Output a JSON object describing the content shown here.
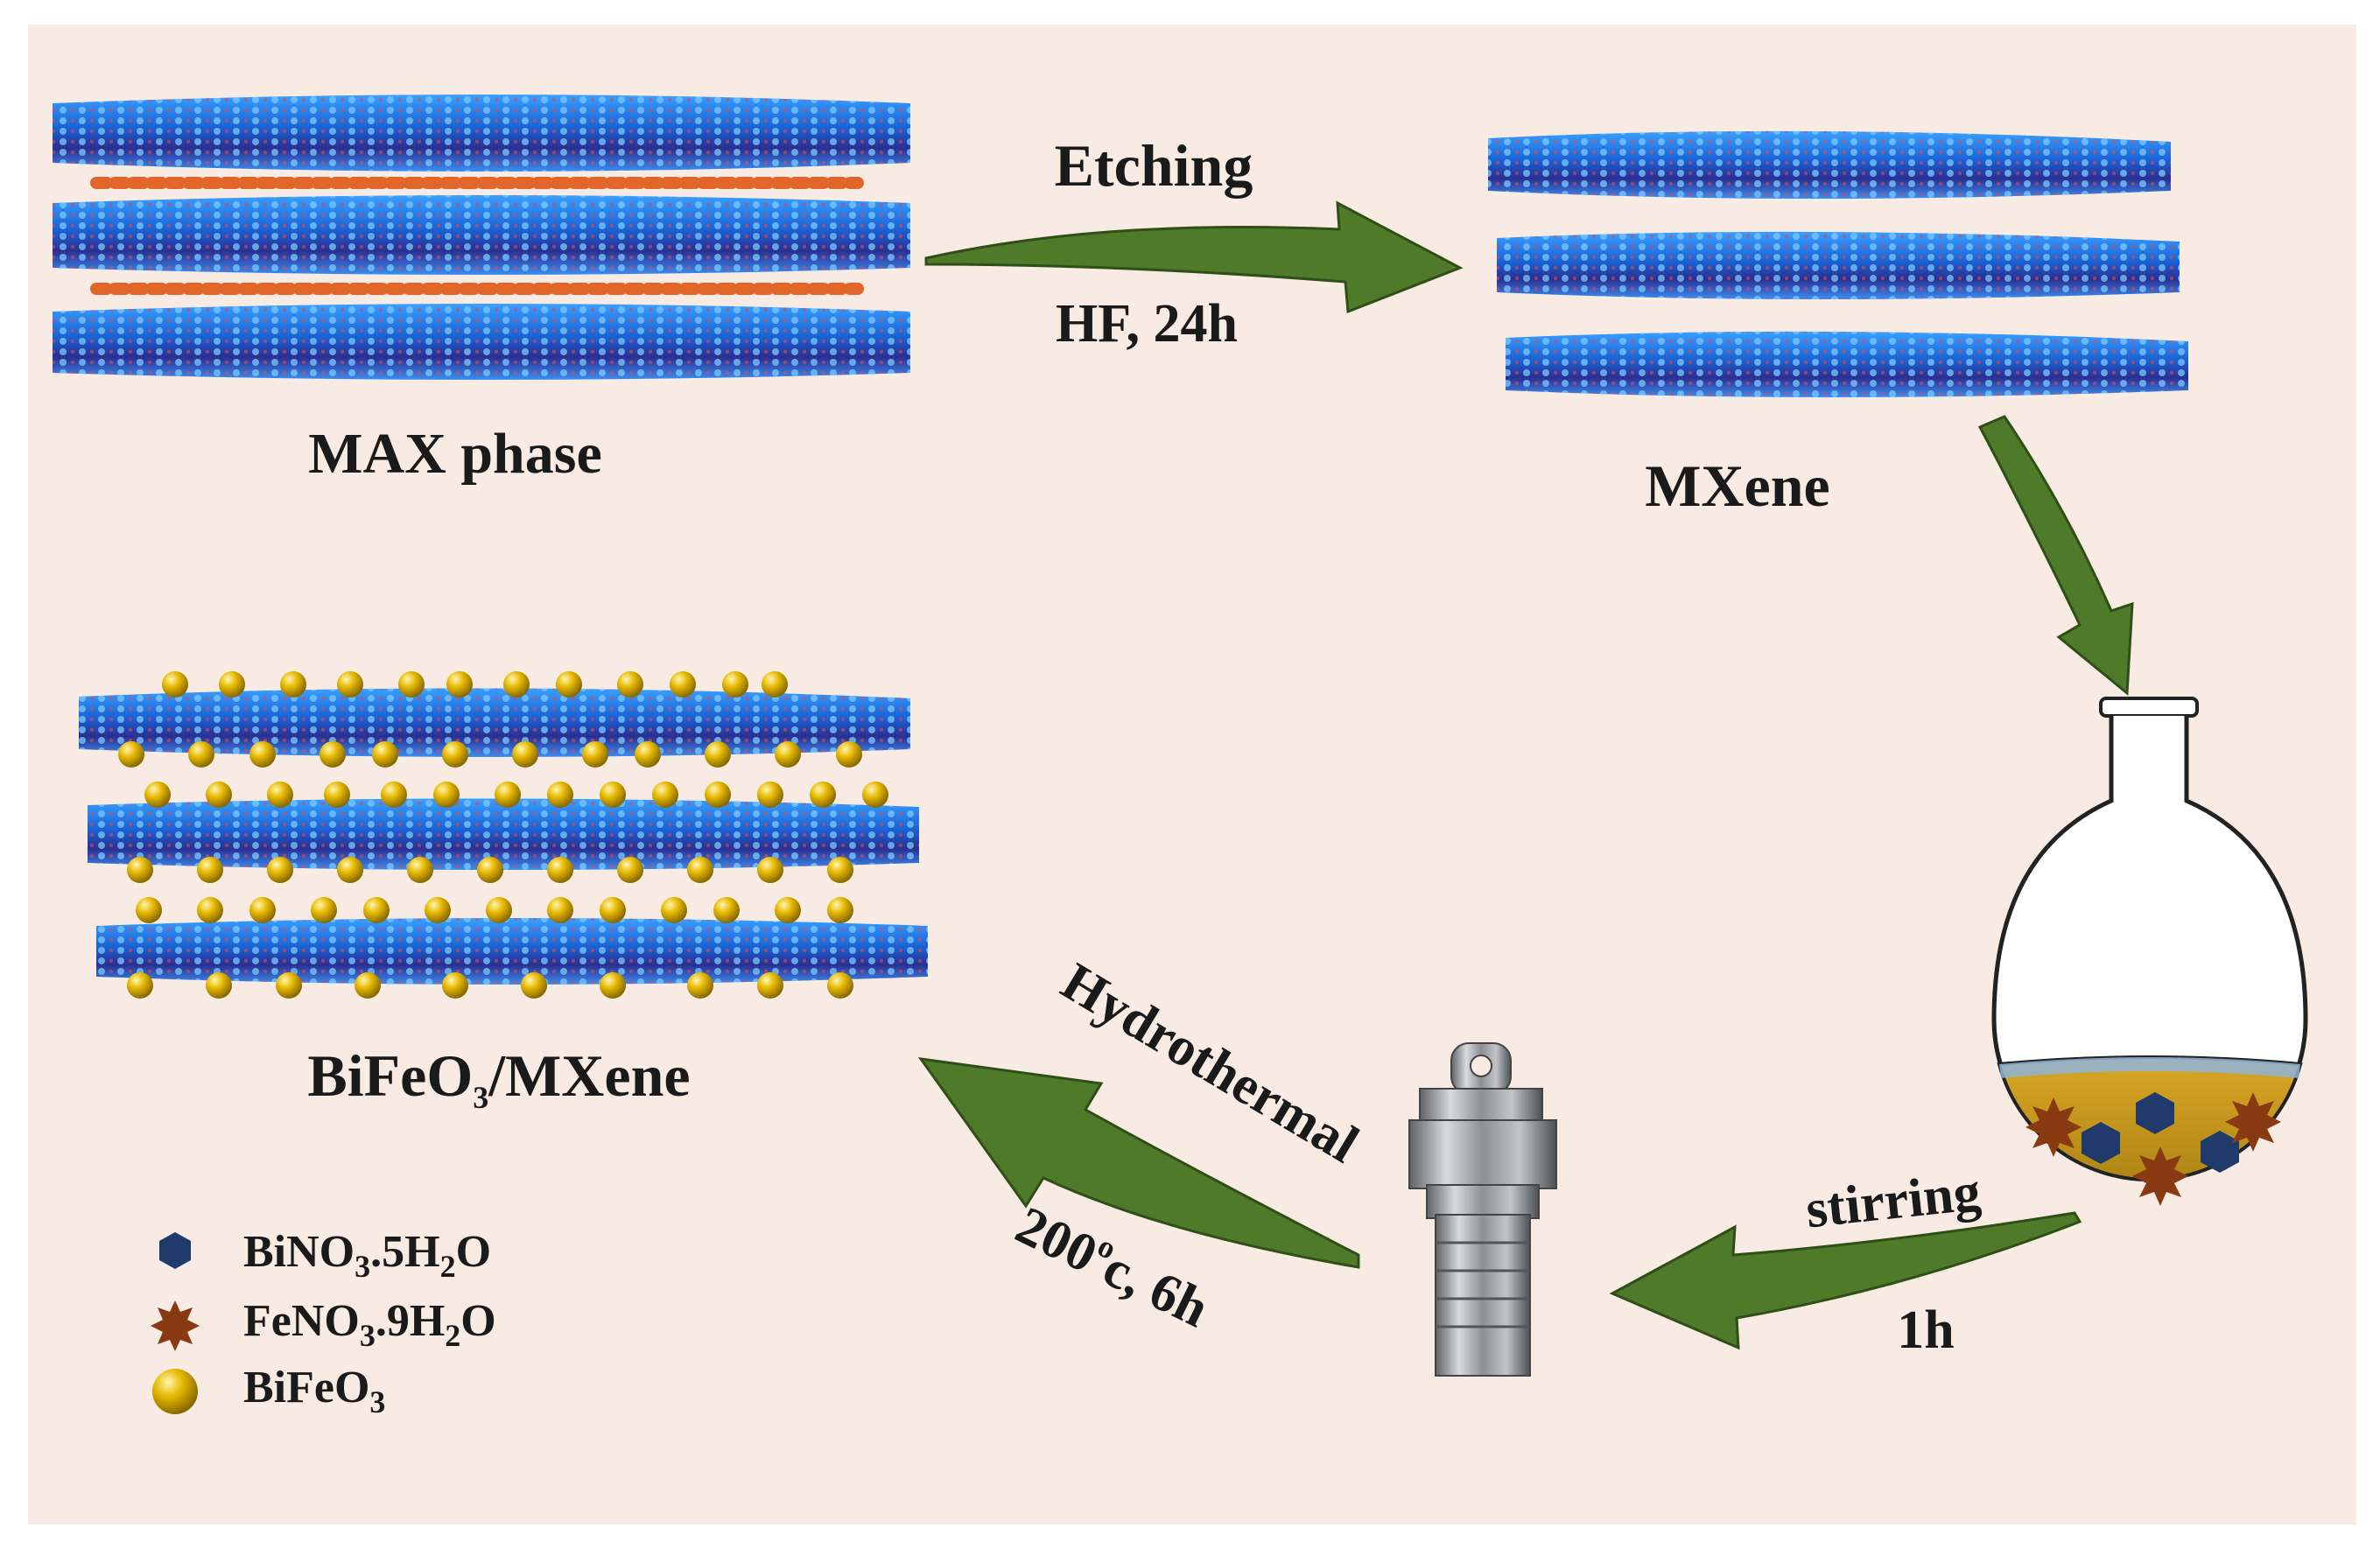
{
  "labels": {
    "max_phase": "MAX phase",
    "mxene": "MXene",
    "composite_main": "BiFeO",
    "composite_sub": "3",
    "composite_rest": "/MXene"
  },
  "steps": {
    "etching": "Etching",
    "etching_cond": "HF, 24h",
    "stirring": "stirring",
    "stirring_time": "1h",
    "hydrothermal": "Hydrothermal",
    "hydro_temp": "200",
    "hydro_sup": "o",
    "hydro_rest": "c, 6h"
  },
  "legend": [
    {
      "symbol": "hexagon",
      "color": "#1f3a6b",
      "parts": [
        "BiNO",
        "3",
        ".5H",
        "2",
        "O"
      ]
    },
    {
      "symbol": "star",
      "color": "#8a3a12",
      "parts": [
        "FeNO",
        "3",
        ".9H",
        "2",
        "O"
      ]
    },
    {
      "symbol": "sphere",
      "color": "#d6a400",
      "parts": [
        "BiFeO",
        "3"
      ]
    }
  ],
  "colors": {
    "background": "#f8ebe3",
    "arrow": "#4e7a2a",
    "layer_blue": "#1e6fd0",
    "layer_dark": "#2b2f8f",
    "a_atoms": "#e2662a",
    "particle": "#d6a400",
    "solution": "#c89a1e"
  }
}
